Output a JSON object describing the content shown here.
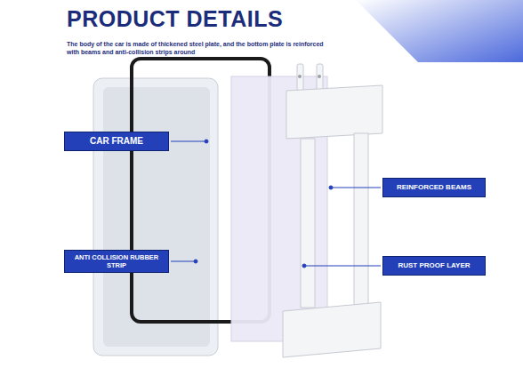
{
  "diagram": {
    "title": "PRODUCT DETAILS",
    "nodes": [
      {
        "text": [
          "CAR FRAME"
        ]
      },
      {
        "text": [
          "ANTI COLLISION RUBBER STRIP"
        ]
      },
      {
        "text": [
          "REINFORCED BEAMS"
        ]
      },
      {
        "text": [
          "RUST PROOF LAYER"
        ]
      }
    ],
    "labels": [
      "The body of the car is made of thickened steel plate, and the bottom plate is reinforced with beams and anti-collision strips around"
    ]
  }
}
